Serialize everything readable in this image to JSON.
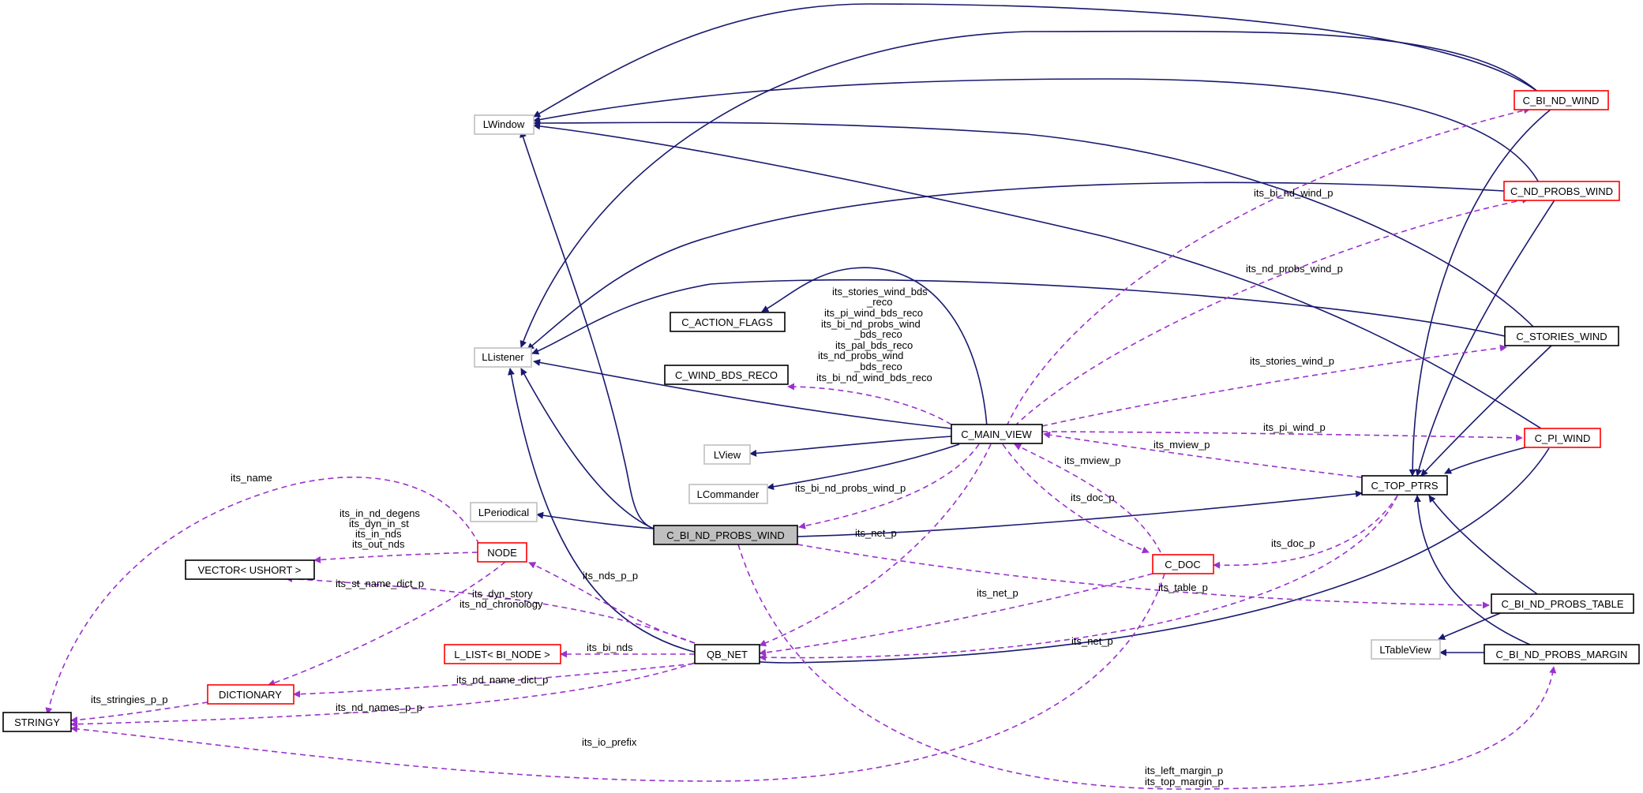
{
  "diagram": {
    "title": "Collaboration diagram for C_BI_ND_PROBS_WIND",
    "colors": {
      "inheritance_edge": "#191970",
      "usage_edge": "#9a32cd",
      "focus_fill": "#bfbfbf",
      "plain_border": "#000000",
      "truncated_border": "#ff0000",
      "external_border": "#bfbfbf"
    },
    "nodes": [
      {
        "id": "lwindow",
        "label": "LWindow",
        "style": "external"
      },
      {
        "id": "llistener",
        "label": "LListener",
        "style": "external"
      },
      {
        "id": "lview",
        "label": "LView",
        "style": "external"
      },
      {
        "id": "lcommander",
        "label": "LCommander",
        "style": "external"
      },
      {
        "id": "lperiodical",
        "label": "LPeriodical",
        "style": "external"
      },
      {
        "id": "ltableview",
        "label": "LTableView",
        "style": "external"
      },
      {
        "id": "c_action_flags",
        "label": "C_ACTION_FLAGS",
        "style": "plain"
      },
      {
        "id": "c_wind_bds_reco",
        "label": "C_WIND_BDS_RECO",
        "style": "plain"
      },
      {
        "id": "c_main_view",
        "label": "C_MAIN_VIEW",
        "style": "plain"
      },
      {
        "id": "c_bi_nd_probs_wind",
        "label": "C_BI_ND_PROBS_WIND",
        "style": "focus"
      },
      {
        "id": "vector_ushort",
        "label": "VECTOR< USHORT >",
        "style": "plain"
      },
      {
        "id": "node",
        "label": "NODE",
        "style": "truncated"
      },
      {
        "id": "l_list_bi_node",
        "label": "L_LIST< BI_NODE >",
        "style": "truncated"
      },
      {
        "id": "dictionary",
        "label": "DICTIONARY",
        "style": "truncated"
      },
      {
        "id": "stringy",
        "label": "STRINGY",
        "style": "plain"
      },
      {
        "id": "qb_net",
        "label": "QB_NET",
        "style": "plain"
      },
      {
        "id": "c_doc",
        "label": "C_DOC",
        "style": "truncated"
      },
      {
        "id": "c_top_ptrs",
        "label": "C_TOP_PTRS",
        "style": "plain"
      },
      {
        "id": "c_bi_nd_wind",
        "label": "C_BI_ND_WIND",
        "style": "truncated"
      },
      {
        "id": "c_nd_probs_wind",
        "label": "C_ND_PROBS_WIND",
        "style": "truncated"
      },
      {
        "id": "c_stories_wind",
        "label": "C_STORIES_WIND",
        "style": "plain"
      },
      {
        "id": "c_pi_wind",
        "label": "C_PI_WIND",
        "style": "truncated"
      },
      {
        "id": "c_bi_nd_probs_table",
        "label": "C_BI_ND_PROBS_TABLE",
        "style": "plain"
      },
      {
        "id": "c_bi_nd_probs_margin",
        "label": "C_BI_ND_PROBS_MARGIN",
        "style": "plain"
      }
    ],
    "edge_labels": {
      "its_name": "its_name",
      "node_fields": [
        "its_in_nd_degens",
        "its_dyn_in_st",
        "its_in_nds",
        "its_out_nds"
      ],
      "its_st_name_dict_p": "its_st_name_dict_p",
      "its_stringies_p_p": "its_stringies_p_p",
      "its_nd_names_p_p": "its_nd_names_p_p",
      "its_io_prefix": "its_io_prefix",
      "its_nds_p_p": "its_nds_p_p",
      "dyn_story_fields": [
        "its_dyn_story",
        "its_nd_chronology"
      ],
      "its_bi_nds": "its_bi_nds",
      "its_nd_name_dict_p": "its_nd_name_dict_p",
      "reco_fields": [
        "its_stories_wind_bds",
        "_reco",
        "its_pi_wind_bds_reco",
        "its_bi_nd_probs_wind",
        "_bds_reco",
        "its_pal_bds_reco",
        "its_nd_probs_wind",
        "_bds_reco",
        "its_bi_nd_wind_bds_reco"
      ],
      "its_bi_nd_probs_wind_p": "its_bi_nd_probs_wind_p",
      "its_net_p_main": "its_net_p",
      "its_net_p_doc": "its_net_p",
      "its_net_p_top": "its_net_p",
      "its_mview_p_top": "its_mview_p",
      "its_mview_p_doc": "its_mview_p",
      "its_doc_p_main": "its_doc_p",
      "its_doc_p_top": "its_doc_p",
      "its_table_p": "its_table_p",
      "its_bi_nd_wind_p": "its_bi_nd_wind_p",
      "its_nd_probs_wind_p": "its_nd_probs_wind_p",
      "its_stories_wind_p": "its_stories_wind_p",
      "its_pi_wind_p": "its_pi_wind_p",
      "margin_fields": [
        "its_left_margin_p",
        "its_top_margin_p"
      ]
    }
  }
}
